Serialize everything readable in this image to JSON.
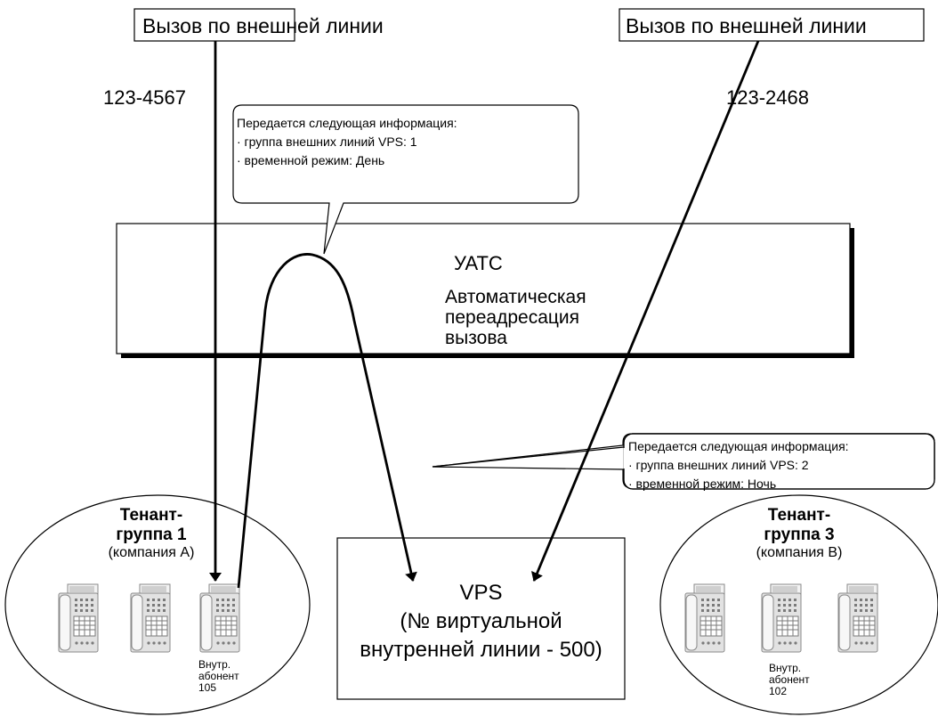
{
  "trunk_call_left": "Вызов по внешней линии",
  "trunk_call_right": "Вызов по внешней линии",
  "number_left": "123-4567",
  "number_right": "123-2468",
  "bubble_left": {
    "title": "Передается следующая информация:",
    "line1": "· группа внешних линий VPS:  1",
    "line2": "· временной режим: День"
  },
  "bubble_right": {
    "title": "Передается следующая информация:",
    "line1": "· группа внешних линий VPS:  2",
    "line2": "· временной режим: Ночь"
  },
  "pbx": {
    "title": "УАТС",
    "line1": "Автоматическая",
    "line2": "переадресация",
    "line3": "вызова"
  },
  "tenant1": {
    "line1": "Тенант-",
    "line2": "группа 1",
    "company": "(компания A)",
    "ext_line1": "Внутр.",
    "ext_line2": "абонент",
    "ext_number": "105"
  },
  "tenant3": {
    "line1": "Тенант-",
    "line2": "группа 3",
    "company": "(компания B)",
    "ext_line1": "Внутр.",
    "ext_line2": "абонент",
    "ext_number": "102"
  },
  "vps": {
    "line1": "VPS",
    "line2": "(№ виртуальной",
    "line3": "внутренней линии - 500)"
  },
  "colors": {
    "line": "#000000",
    "phone_body": "#e2e2e2",
    "phone_dark": "#8a8a8a"
  }
}
